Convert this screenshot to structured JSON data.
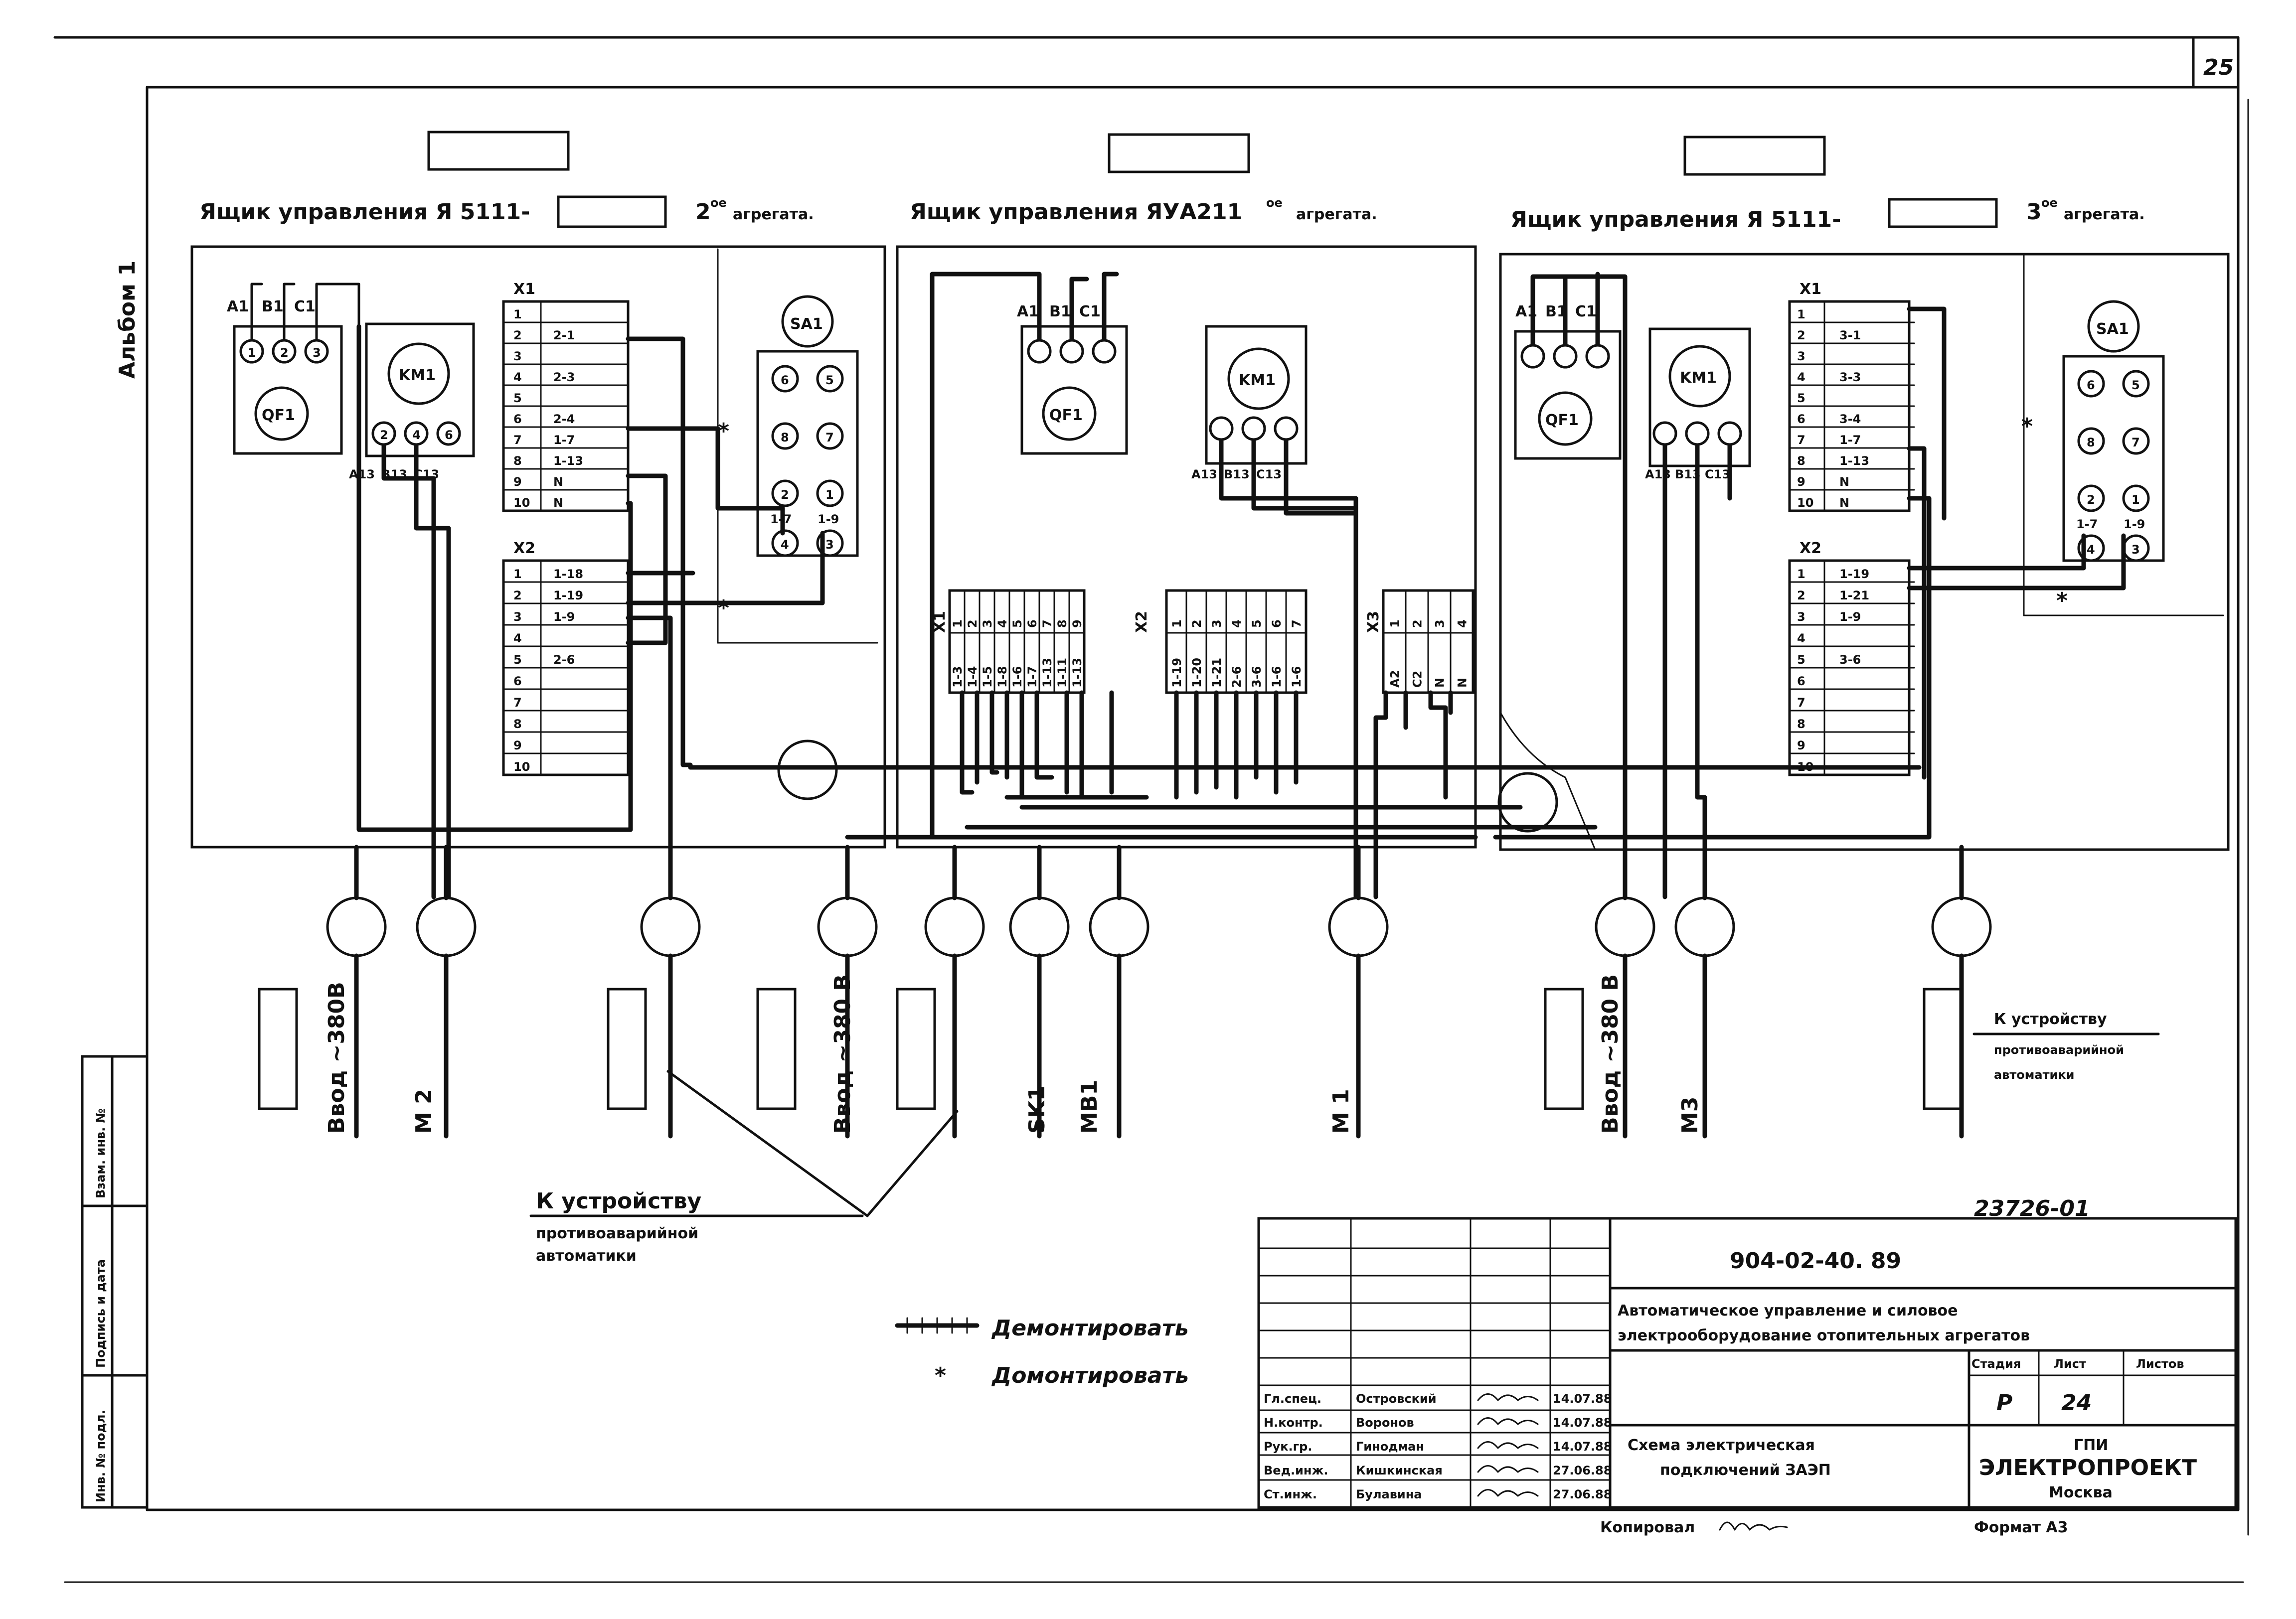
{
  "sheet_number": "25",
  "album_label": "Альбом 1",
  "cabinets": {
    "left_title": "Ящик управления Я 5111-",
    "left_suffix": "2",
    "left_sup": "ое",
    "left_tail": "агрегата.",
    "middle_title": "Ящик управления ЯУА211",
    "middle_sup": "ое",
    "middle_tail": "агрегата.",
    "right_title": "Ящик управления Я 5111-",
    "right_suffix": "3",
    "right_sup": "ое",
    "right_tail": "агрегата."
  },
  "devices": {
    "qf": "QF1",
    "km": "KM1",
    "sa": "SA1",
    "a1": "A1",
    "b1": "B1",
    "c1": "C1",
    "a13": "A13",
    "b13": "B13",
    "c13": "C13",
    "term1": "X1",
    "term2": "X2",
    "term3": "X3",
    "pins_qf": [
      "1",
      "2",
      "3"
    ],
    "pins_km": [
      "2",
      "4",
      "6"
    ],
    "pins_sa_row1": [
      "6",
      "5"
    ],
    "pins_sa_row2": [
      "8",
      "7"
    ],
    "pins_sa_row3": [
      "2",
      "1"
    ],
    "pins_sa_row4": [
      "4",
      "3"
    ],
    "sa_wire_left": "1-7",
    "sa_wire_right": "1-9"
  },
  "left_x1": {
    "numbers": [
      "1",
      "2",
      "3",
      "4",
      "5",
      "6",
      "7",
      "8",
      "9",
      "10"
    ],
    "wires": [
      "",
      "2-1",
      "",
      "2-3",
      "",
      "2-4",
      "1-7",
      "1-13",
      "N",
      "N"
    ]
  },
  "left_x2": {
    "numbers": [
      "1",
      "2",
      "3",
      "4",
      "5",
      "6",
      "7",
      "8",
      "9",
      "10"
    ],
    "wires": [
      "1-18",
      "1-19",
      "1-9",
      "",
      "2-6",
      "",
      "",
      "",
      "",
      ""
    ]
  },
  "right_x1": {
    "numbers": [
      "1",
      "2",
      "3",
      "4",
      "5",
      "6",
      "7",
      "8",
      "9",
      "10"
    ],
    "wires": [
      "",
      "3-1",
      "",
      "3-3",
      "",
      "3-4",
      "1-7",
      "1-13",
      "N",
      "N"
    ]
  },
  "right_x2": {
    "numbers": [
      "1",
      "2",
      "3",
      "4",
      "5",
      "6",
      "7",
      "8",
      "9",
      "10"
    ],
    "wires": [
      "1-19",
      "1-21",
      "1-9",
      "",
      "3-6",
      "",
      "",
      "",
      "",
      ""
    ]
  },
  "middle_x1": [
    "1-3",
    "1-4",
    "1-5",
    "1-8",
    "1-6",
    "1-7",
    "1-13",
    "1-11",
    "1-13"
  ],
  "middle_x2": [
    "1-19",
    "1-20",
    "1-21",
    "2-6",
    "3-6",
    "1-6",
    "1-6"
  ],
  "middle_x3": [
    "A2",
    "C2",
    "N",
    "N"
  ],
  "cables": {
    "left_input": "Ввод ~380В",
    "m2": "М 2",
    "middle_input": "Ввод ~380 В",
    "sk1": "SK1",
    "mb1": "MB1",
    "m1": "М 1",
    "right_input": "Ввод ~380 В",
    "m3": "М3"
  },
  "notes": {
    "device_line1": "К устройству",
    "device_line2": "противоаварийной",
    "device_line3": "автоматики",
    "right_line1": "К устройству",
    "right_line2": "противоаварийной",
    "right_line3": "автоматики",
    "legend_remove": "Демонтировать",
    "legend_mount": "Домонтировать",
    "legend_star": "*",
    "star": "*"
  },
  "stamp": {
    "doc_number": "23726-01",
    "project_code": "904-02-40. 89",
    "description_line1": "Автоматическое управление и силовое",
    "description_line2": "электрооборудование отопительных агрегатов",
    "stage_header": "Стадия",
    "sheet_header": "Лист",
    "sheets_header": "Листов",
    "stage": "Р",
    "sheet": "24",
    "sheets": "",
    "drawing_title_line1": "Схема электрическая",
    "drawing_title_line2": "подключений ЗАЭП",
    "org_line1": "ГПИ",
    "org_line2": "ЭЛЕКТРОПРОЕКТ",
    "org_line3": "Москва",
    "copied": "Копировал",
    "format": "Формат А3",
    "signers": [
      {
        "role": "Гл.спец.",
        "name": "Островский",
        "date": "14.07.88"
      },
      {
        "role": "Н.контр.",
        "name": "Воронов",
        "date": "14.07.88"
      },
      {
        "role": "Рук.гр.",
        "name": "Гинодман",
        "date": "14.07.88"
      },
      {
        "role": "Вед.инж.",
        "name": "Кишкинская",
        "date": "27.06.88"
      },
      {
        "role": "Ст.инж.",
        "name": "Булавина",
        "date": "27.06.88"
      }
    ],
    "side_labels": [
      "Инв. № подл.",
      "Подпись и дата",
      "Взам. инв. №"
    ]
  }
}
